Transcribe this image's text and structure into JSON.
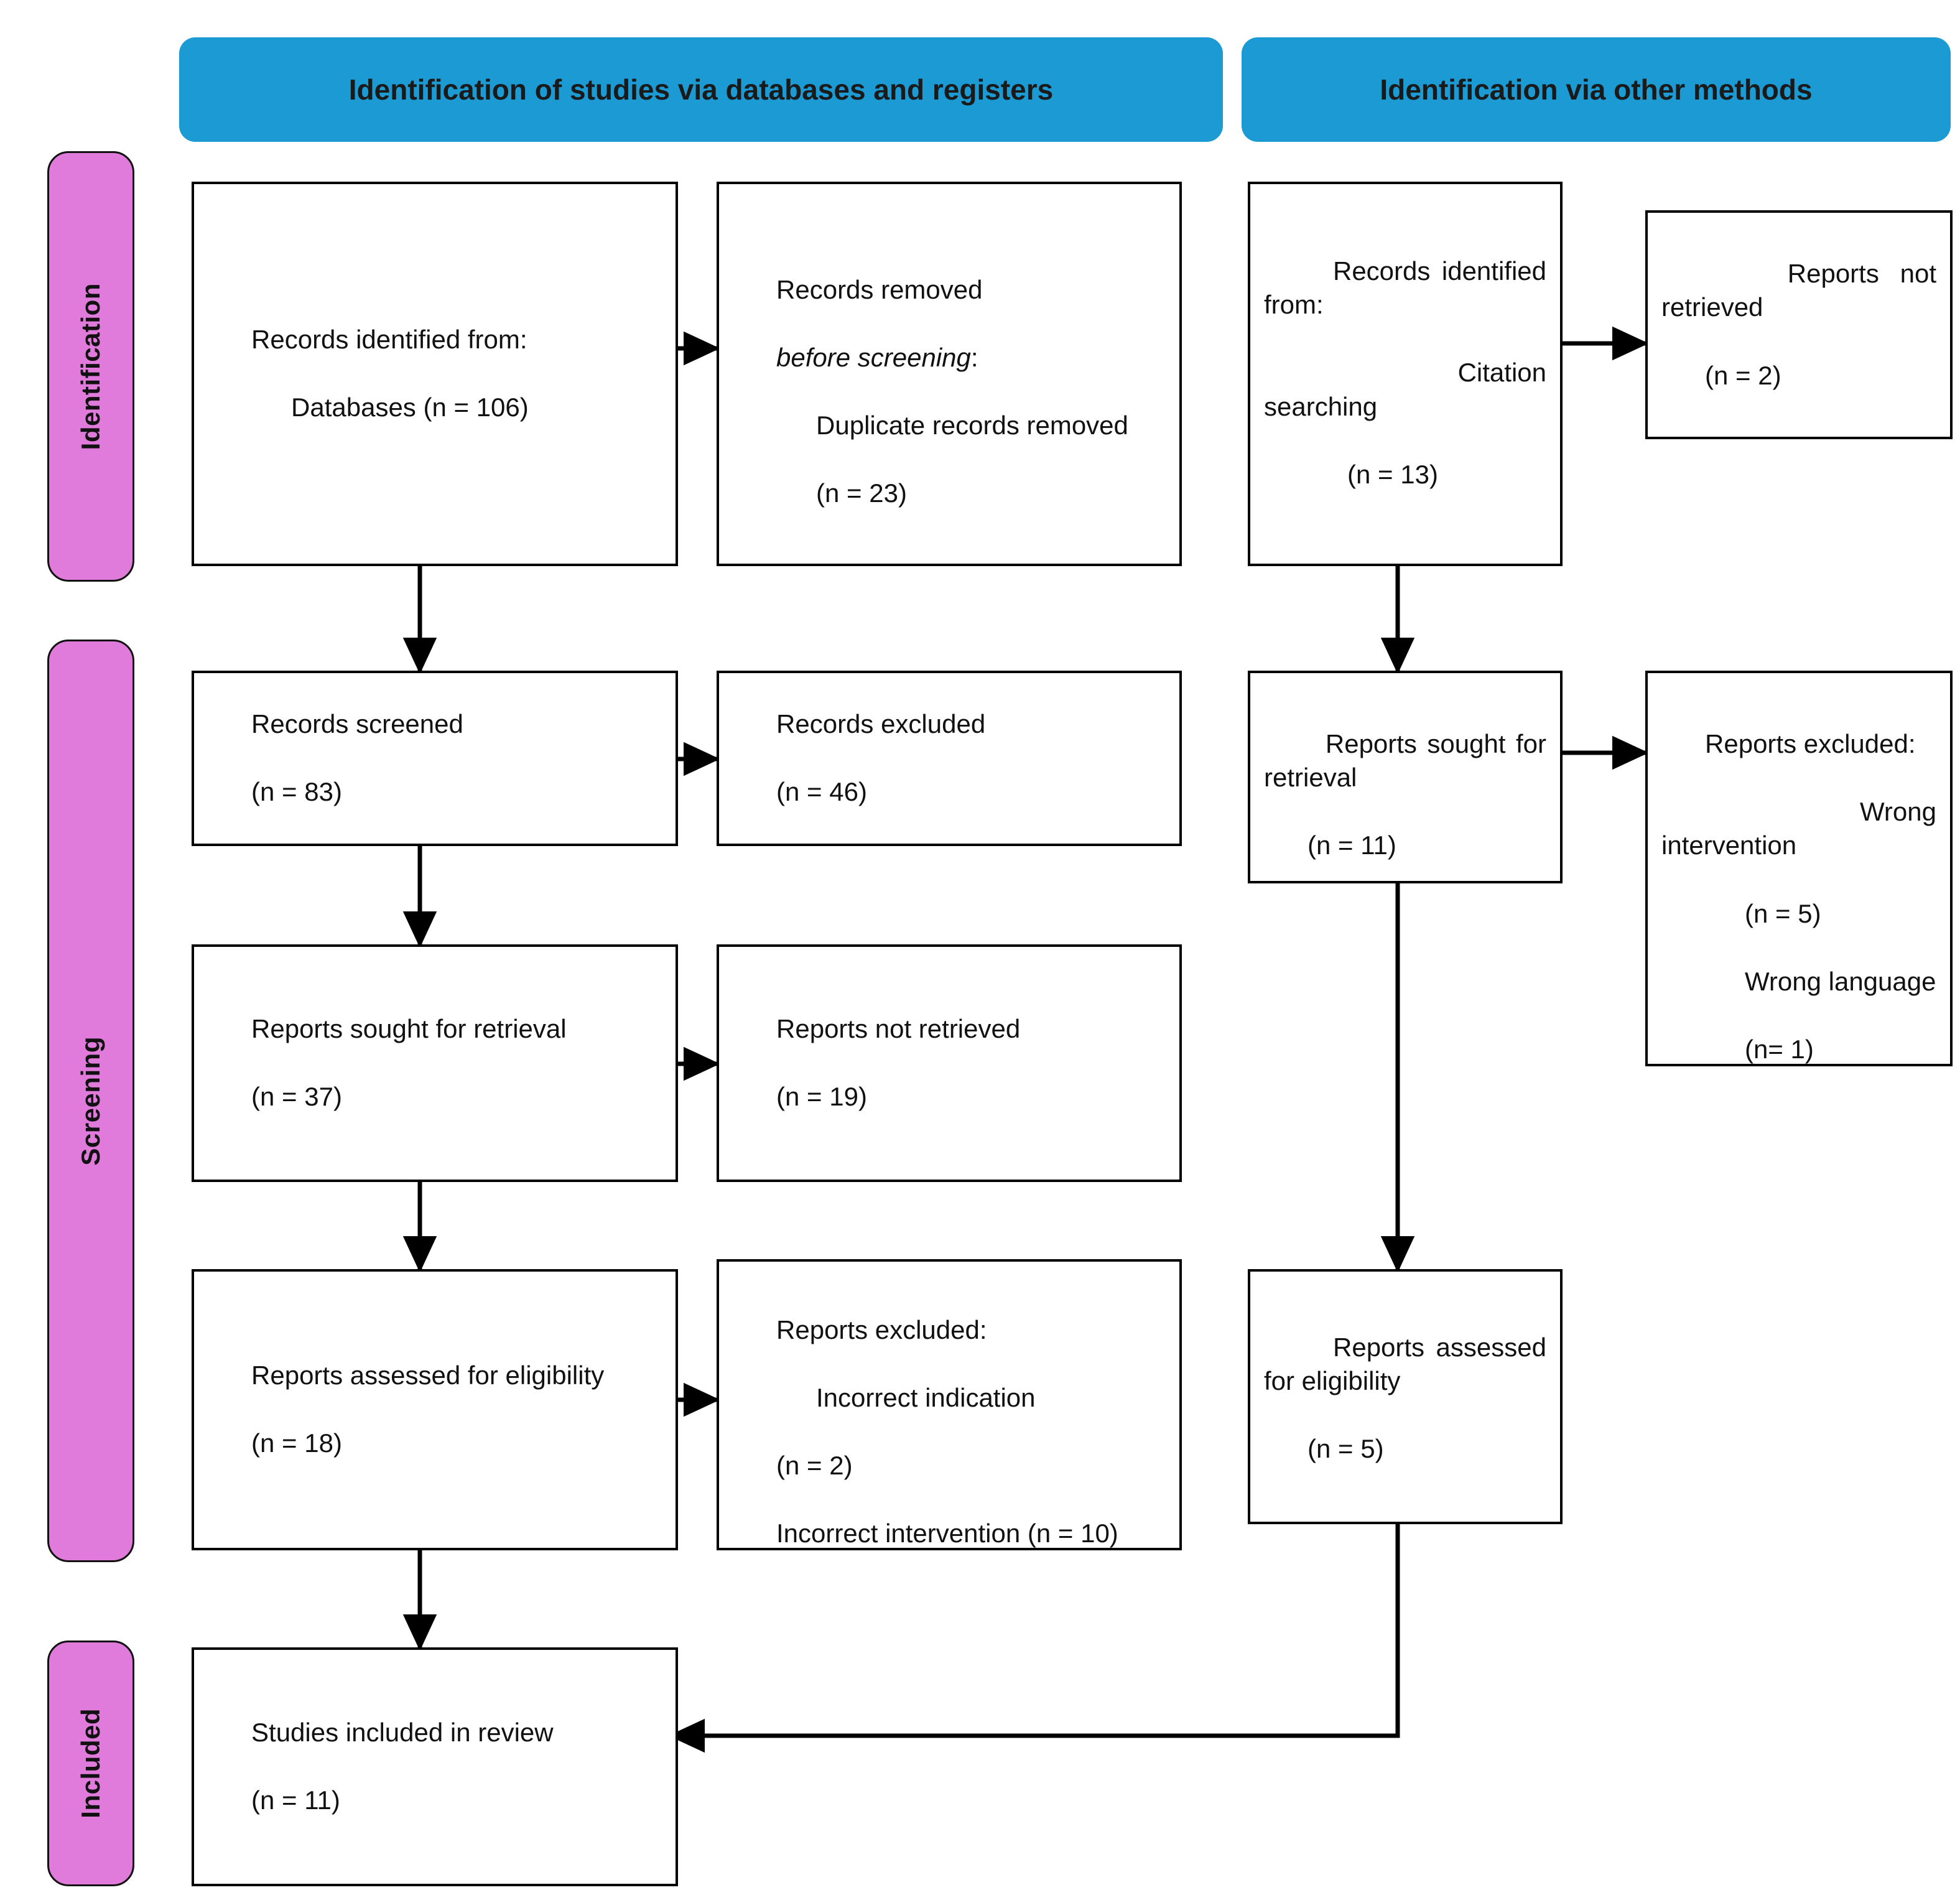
{
  "diagram": {
    "type": "prisma-flow-diagram",
    "accent_blue": "#1B9AD3",
    "accent_pink": "#E07BDC",
    "line_color": "#000000"
  },
  "banners": [
    {
      "id": "databases",
      "label": "Identification of studies via databases and registers"
    },
    {
      "id": "other",
      "label": "Identification via other methods"
    }
  ],
  "stages": [
    {
      "id": "identification",
      "label": "Identification"
    },
    {
      "id": "screening",
      "label": "Screening"
    },
    {
      "id": "included",
      "label": "Included"
    }
  ],
  "nodes": {
    "records_identified": {
      "line1": "Records identified from:",
      "line2": "Databases (n = 106)"
    },
    "records_removed": {
      "line1": "Records removed",
      "line2_italic": "before screening",
      "line2_tail": ":",
      "line3": "Duplicate records removed",
      "line4": "(n = 23)"
    },
    "records_identified_other": {
      "line1": "Records identified from:",
      "line2": "Citation searching",
      "line3": "(n = 13)"
    },
    "reports_not_retrieved_other": {
      "line1": "Reports not retrieved",
      "line2": "(n = 2)"
    },
    "records_screened": {
      "line1": "Records screened",
      "line2": "(n = 83)"
    },
    "records_excluded": {
      "line1": "Records excluded",
      "line2": "(n = 46)"
    },
    "reports_sought_other": {
      "line1": "Reports sought for retrieval",
      "line2": "(n = 11)"
    },
    "reports_excluded_other": {
      "line1": "Reports excluded:",
      "line2": "Wrong intervention",
      "line3": "(n = 5)",
      "line4": "Wrong language",
      "line5": "(n= 1)"
    },
    "reports_sought": {
      "line1": "Reports sought for retrieval",
      "line2": "(n = 37)"
    },
    "reports_not_retrieved": {
      "line1": "Reports not retrieved",
      "line2": "(n = 19)"
    },
    "reports_assessed": {
      "line1": "Reports assessed for eligibility",
      "line2": "(n = 18)"
    },
    "reports_excluded": {
      "line1": "Reports excluded:",
      "line2": "Incorrect indication",
      "line3": "(n = 2)",
      "line4": "Incorrect intervention (n = 10)"
    },
    "reports_assessed_other": {
      "line1": "Reports assessed for eligibility",
      "line2": "(n = 5)"
    },
    "studies_included": {
      "line1": "Studies included in review",
      "line2": "(n = 11)"
    }
  },
  "counts": {
    "databases_identified": 106,
    "duplicates_removed": 23,
    "citation_searching": 13,
    "other_reports_not_retrieved": 2,
    "records_screened": 83,
    "records_excluded": 46,
    "other_reports_sought": 11,
    "other_wrong_intervention": 5,
    "other_wrong_language": 1,
    "reports_sought": 37,
    "reports_not_retrieved": 19,
    "reports_assessed": 18,
    "excluded_incorrect_indication": 2,
    "excluded_incorrect_intervention": 10,
    "other_reports_assessed": 5,
    "studies_included": 11
  }
}
